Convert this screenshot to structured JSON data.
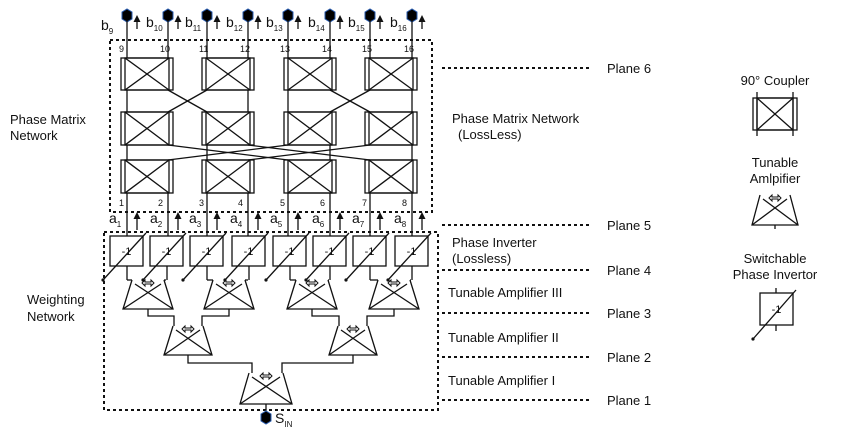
{
  "labels": {
    "phase_matrix_left": [
      "Phase Matrix",
      "Network"
    ],
    "phase_matrix_right": [
      "Phase Matrix Network",
      "(LossLess)"
    ],
    "weighting_network": [
      "Weighting",
      "Network"
    ],
    "phase_inverter": [
      "Phase Inverter",
      "(Lossless)"
    ],
    "amp_iii": "Tunable Amplifier III",
    "amp_ii": "Tunable Amplifier II",
    "amp_i": "Tunable Amplifier I",
    "input": {
      "main": "S",
      "sub": "IN"
    },
    "inverter_symbol": "-1"
  },
  "planes": [
    "Plane 6",
    "Plane 5",
    "Plane 4",
    "Plane 3",
    "Plane 2",
    "Plane 1"
  ],
  "outputs": [
    {
      "main": "b",
      "sub": "9"
    },
    {
      "main": "b",
      "sub": "10"
    },
    {
      "main": "b",
      "sub": "11"
    },
    {
      "main": "b",
      "sub": "12"
    },
    {
      "main": "b",
      "sub": "13"
    },
    {
      "main": "b",
      "sub": "14"
    },
    {
      "main": "b",
      "sub": "15"
    },
    {
      "main": "b",
      "sub": "16"
    }
  ],
  "top_ports": [
    "9",
    "10",
    "11",
    "12",
    "13",
    "14",
    "15",
    "16"
  ],
  "bottom_ports": [
    "1",
    "2",
    "3",
    "4",
    "5",
    "6",
    "7",
    "8"
  ],
  "inputs": [
    {
      "main": "a",
      "sub": "1"
    },
    {
      "main": "a",
      "sub": "2"
    },
    {
      "main": "a",
      "sub": "3"
    },
    {
      "main": "a",
      "sub": "4"
    },
    {
      "main": "a",
      "sub": "5"
    },
    {
      "main": "a",
      "sub": "6"
    },
    {
      "main": "a",
      "sub": "7"
    },
    {
      "main": "a",
      "sub": "8"
    }
  ],
  "legend": {
    "coupler": "90° Coupler",
    "amplifier": [
      "Tunable",
      "Amlpifier"
    ],
    "inverter": [
      "Switchable",
      "Phase Invertor"
    ]
  },
  "colors": {
    "port": "#000000",
    "port_outline": "#2a5db0",
    "line": "#111111"
  }
}
